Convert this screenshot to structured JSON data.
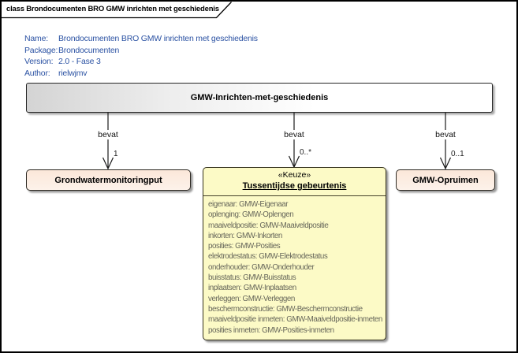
{
  "tab": {
    "title": "class Brondocumenten BRO GMW inrichten met geschiedenis"
  },
  "metadata": {
    "name_label": "Name:",
    "name_value": "Brondocumenten BRO GMW inrichten met geschiedenis",
    "package_label": "Package:",
    "package_value": "Brondocumenten",
    "version_label": "Version:",
    "version_value": "2.0 - Fase 3",
    "author_label": "Author:",
    "author_value": "rielwjmv"
  },
  "root_class": {
    "name": "GMW-Inrichten-met-geschiedenis"
  },
  "relations": {
    "left": {
      "label": "bevat",
      "multiplicity": "1"
    },
    "middle": {
      "label": "bevat",
      "multiplicity": "0..*"
    },
    "right": {
      "label": "bevat",
      "multiplicity": "0..1"
    }
  },
  "left_class": {
    "name": "Grondwatermonitoringput"
  },
  "right_class": {
    "name": "GMW-Opruimen"
  },
  "choice": {
    "stereotype": "«Keuze»",
    "name": "Tussentijdse gebeurtenis",
    "attributes": [
      "eigenaar: GMW-Eigenaar",
      "oplenging: GMW-Oplengen",
      "maaiveldpositie: GMW-Maaiveldpositie",
      "inkorten: GMW-Inkorten",
      "posities: GMW-Posities",
      "elektrodestatus: GMW-Elektrodestatus",
      "onderhouder: GMW-Onderhouder",
      "buisstatus: GMW-Buisstatus",
      "inplaatsen: GMW-Inplaatsen",
      "verleggen: GMW-Verleggen",
      "beschermconstructie: GMW-Beschermconstructie",
      "maaiveldpositie inmeten: GMW-Maaiveldpositie-inmeten",
      "posities inmeten: GMW-Posities-inmeten"
    ]
  },
  "colors": {
    "metadata_text": "#2b52a3",
    "choice_fill": "#fcfac6",
    "class_fill": "#fbe8db",
    "attribute_text": "#66665a",
    "connector": "#1a1a1a"
  }
}
